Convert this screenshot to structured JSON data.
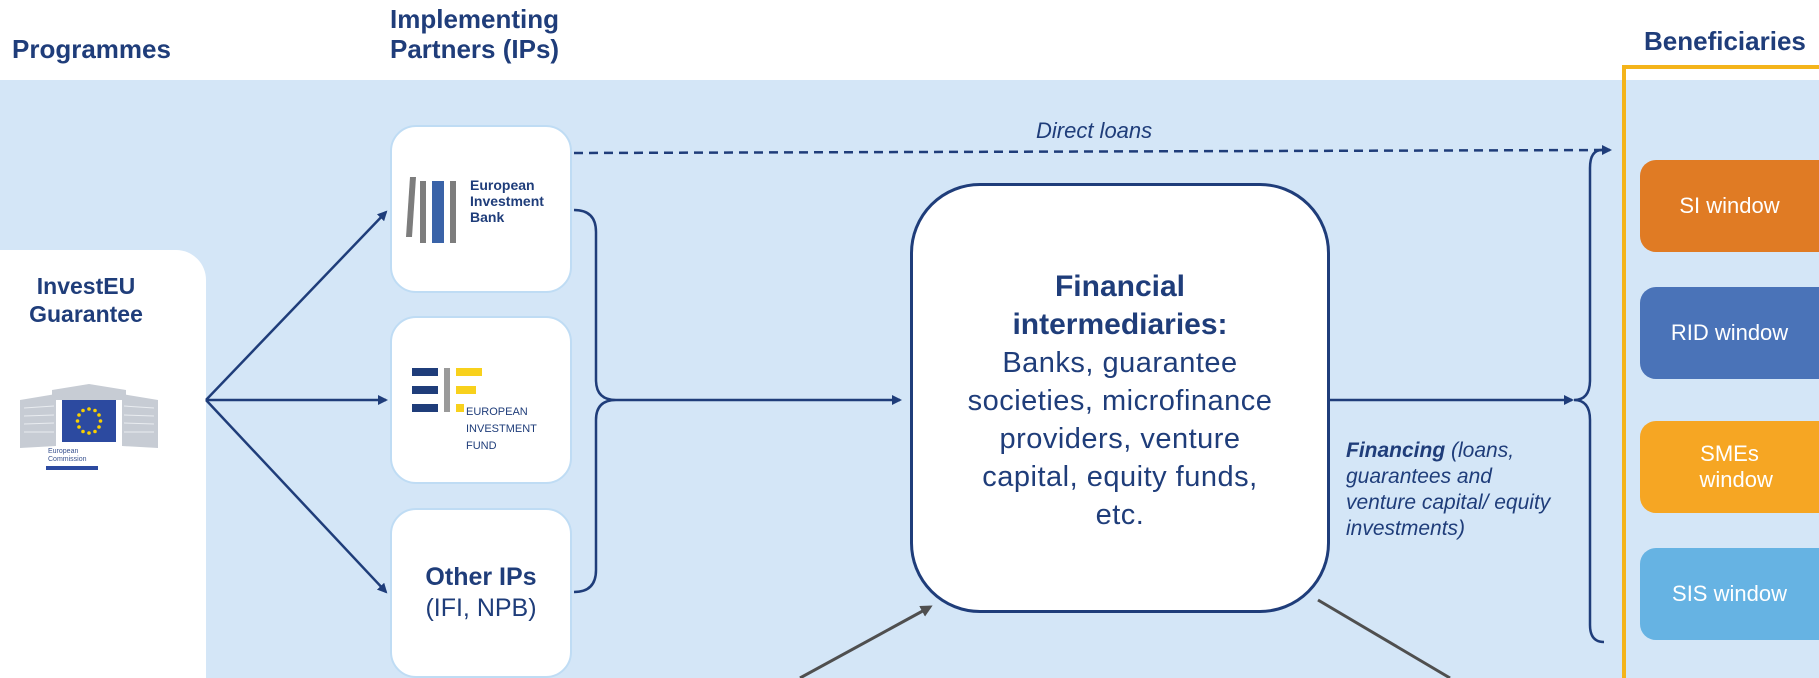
{
  "headers": {
    "programmes": "Programmes",
    "implementing_line1": "Implementing",
    "implementing_line2": "Partners (IPs)",
    "beneficiaries": "Beneficiaries"
  },
  "investeu": {
    "line1": "InvestEU",
    "line2": "Guarantee",
    "logo_caption_line1": "European",
    "logo_caption_line2": "Commission"
  },
  "partners": {
    "eib_line1": "European",
    "eib_line2": "Investment",
    "eib_line3": "Bank",
    "eif_line1": "EUROPEAN",
    "eif_line2": "INVESTMENT",
    "eif_line3": "FUND",
    "other_title": "Other IPs",
    "other_sub": "(IFI, NPB)"
  },
  "flows": {
    "direct_loans": "Direct loans",
    "financing_bold": "Financing",
    "financing_rest1": " (loans,",
    "financing_line2": "guarantees and",
    "financing_line3": "venture capital/ equity",
    "financing_line4": "investments)"
  },
  "intermediaries": {
    "title_line1": "Financial",
    "title_line2": "intermediaries:",
    "body_line1": "Banks, guarantee",
    "body_line2": "societies, microfinance",
    "body_line3": "providers, venture",
    "body_line4": "capital, equity funds,",
    "body_line5": "etc."
  },
  "windows": [
    {
      "label": "SI window",
      "color": "#e07b24"
    },
    {
      "label": "RID window",
      "color": "#4a73b8"
    },
    {
      "label": "SMEs window",
      "color": "#f6a623"
    },
    {
      "label": "SIS window",
      "color": "#66b3e3"
    }
  ],
  "colors": {
    "band": "#d4e6f7",
    "navy": "#1f3d7a",
    "beneficiaries_border": "#f4b41a",
    "eu_blue": "#2c4aa0",
    "eu_star": "#f9d000",
    "eif_yellow": "#f8d11c"
  }
}
